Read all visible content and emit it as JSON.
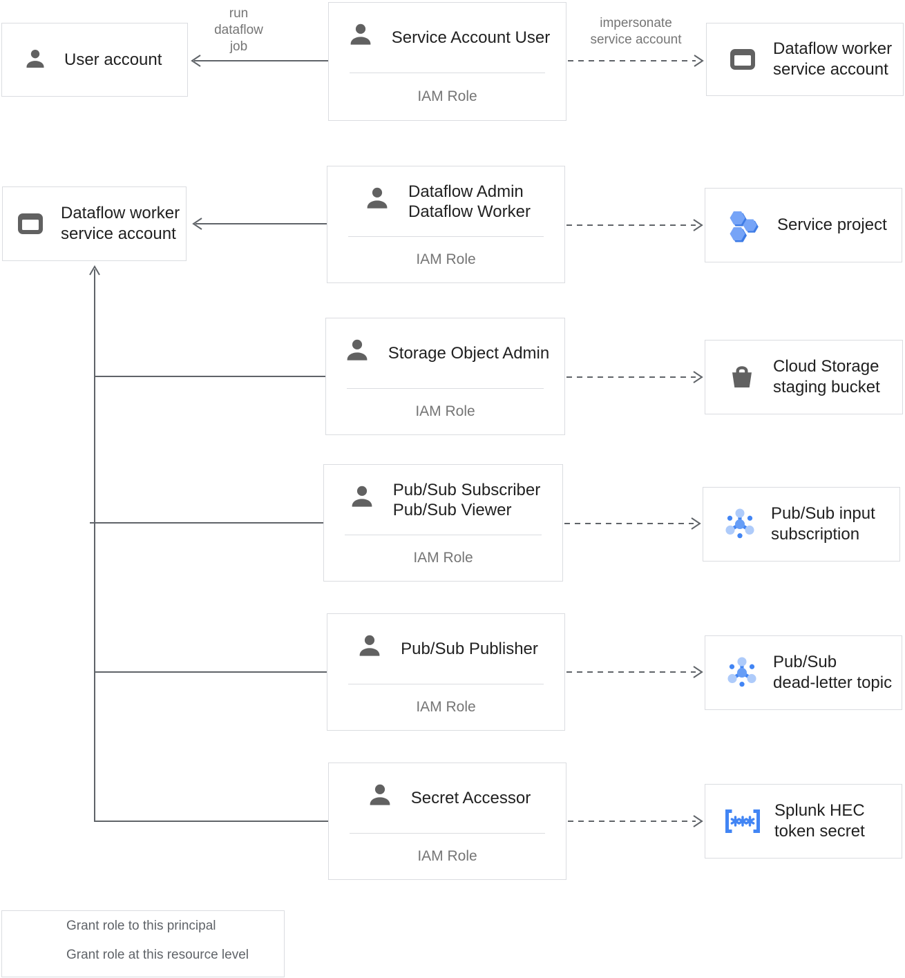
{
  "colors": {
    "line_gray": "#5f6368",
    "border_gray": "#dadce0",
    "icon_gray": "#616161",
    "text_dark": "#212121",
    "text_gray": "#757575",
    "accent_blue": "#4285f4",
    "light_blue": "#aecbfa",
    "mid_blue": "#669df6"
  },
  "edges": {
    "run_label_lines": [
      "run",
      "dataflow",
      "job"
    ],
    "impersonate_label_lines": [
      "impersonate",
      "service account"
    ]
  },
  "left_nodes": [
    {
      "icon": "person-icon",
      "lines": [
        "User account"
      ]
    },
    {
      "icon": "service-account-icon",
      "lines": [
        "Dataflow worker",
        "service account"
      ]
    }
  ],
  "roles": [
    {
      "icon": "person-icon",
      "title_lines": [
        "Service Account User"
      ],
      "subtitle": "IAM Role"
    },
    {
      "icon": "person-icon",
      "title_lines": [
        "Dataflow Admin",
        "Dataflow Worker"
      ],
      "subtitle": "IAM Role"
    },
    {
      "icon": "person-icon",
      "title_lines": [
        "Storage Object Admin"
      ],
      "subtitle": "IAM Role"
    },
    {
      "icon": "person-icon",
      "title_lines": [
        "Pub/Sub Subscriber",
        "Pub/Sub Viewer"
      ],
      "subtitle": "IAM Role"
    },
    {
      "icon": "person-icon",
      "title_lines": [
        "Pub/Sub Publisher"
      ],
      "subtitle": "IAM Role"
    },
    {
      "icon": "person-icon",
      "title_lines": [
        "Secret Accessor"
      ],
      "subtitle": "IAM Role"
    }
  ],
  "resources": [
    {
      "icon": "service-account-icon",
      "lines": [
        "Dataflow worker",
        "service account"
      ]
    },
    {
      "icon": "project-hexagons-icon",
      "lines": [
        "Service project"
      ]
    },
    {
      "icon": "storage-bucket-icon",
      "lines": [
        "Cloud Storage",
        "staging bucket"
      ]
    },
    {
      "icon": "pubsub-icon",
      "lines": [
        "Pub/Sub input",
        "subscription"
      ]
    },
    {
      "icon": "pubsub-icon",
      "lines": [
        "Pub/Sub",
        "dead-letter topic"
      ]
    },
    {
      "icon": "secret-icon",
      "lines": [
        "Splunk HEC",
        "token secret"
      ]
    }
  ],
  "legend": {
    "solid_label": "Grant role to this principal",
    "dashed_label": "Grant role at this resource level"
  }
}
